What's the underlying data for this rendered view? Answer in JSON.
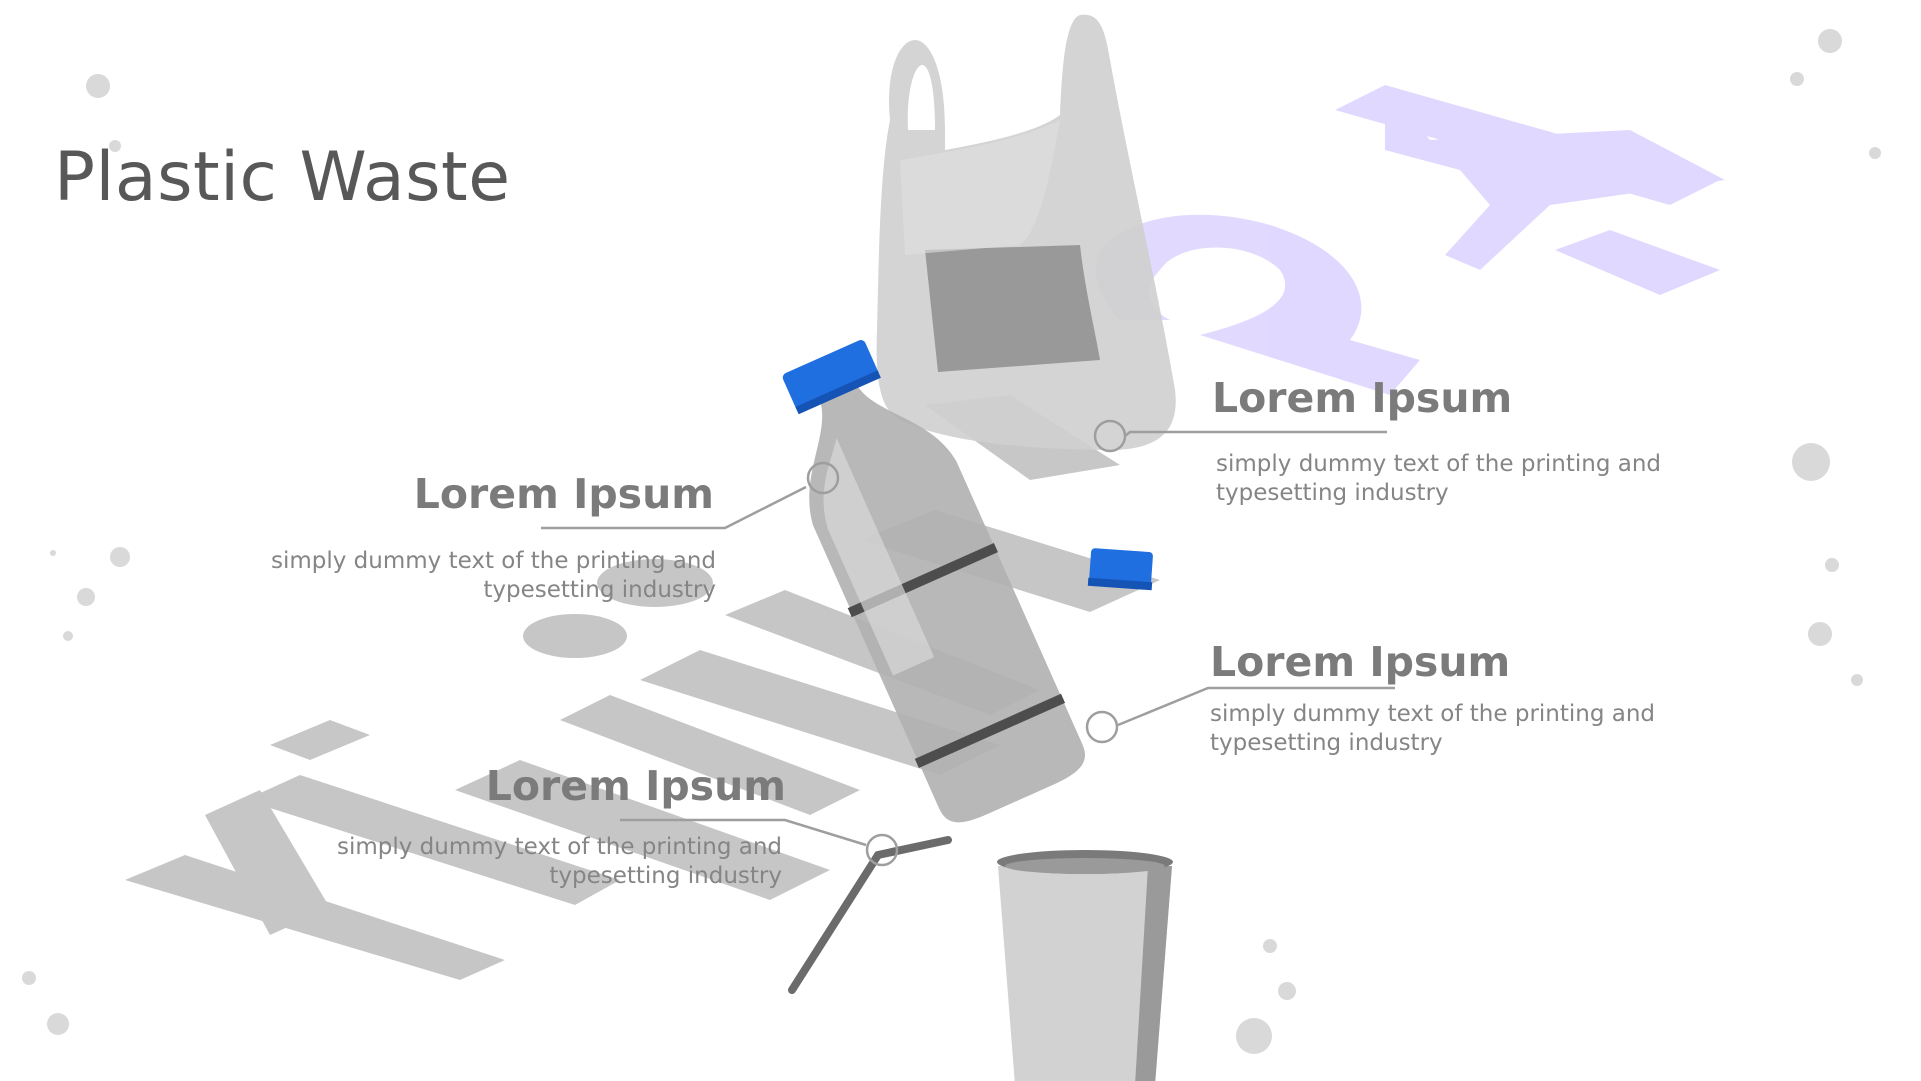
{
  "slide": {
    "title": "Plastic Waste"
  },
  "callouts": [
    {
      "title": "Lorem Ipsum",
      "description": "simply dummy text of the printing and typesetting industry"
    },
    {
      "title": "Lorem Ipsum",
      "description": "simply dummy text of the printing and typesetting industry"
    },
    {
      "title": "Lorem Ipsum",
      "description": "simply dummy text of the printing and typesetting industry"
    },
    {
      "title": "Lorem Ipsum",
      "description": "simply dummy text of the printing and typesetting industry"
    }
  ],
  "watermark": {
    "text": "Huiji24",
    "colors": {
      "letters": "#bdbdbd",
      "digits": "#d8ccff"
    }
  },
  "colors": {
    "bottle_cap": "#1f6fe0",
    "bottle_body": "#b5b5b5",
    "bag": "#cfcfcf",
    "cup": "#d2d2d2",
    "straw": "#6b6b6b",
    "leader_line": "#9e9e9e",
    "dots": "#d9d9d9"
  },
  "icons": [
    "plastic-bag-icon",
    "plastic-bottle-icon",
    "bottle-cap-icon",
    "drinking-straw-icon",
    "plastic-cup-icon"
  ]
}
